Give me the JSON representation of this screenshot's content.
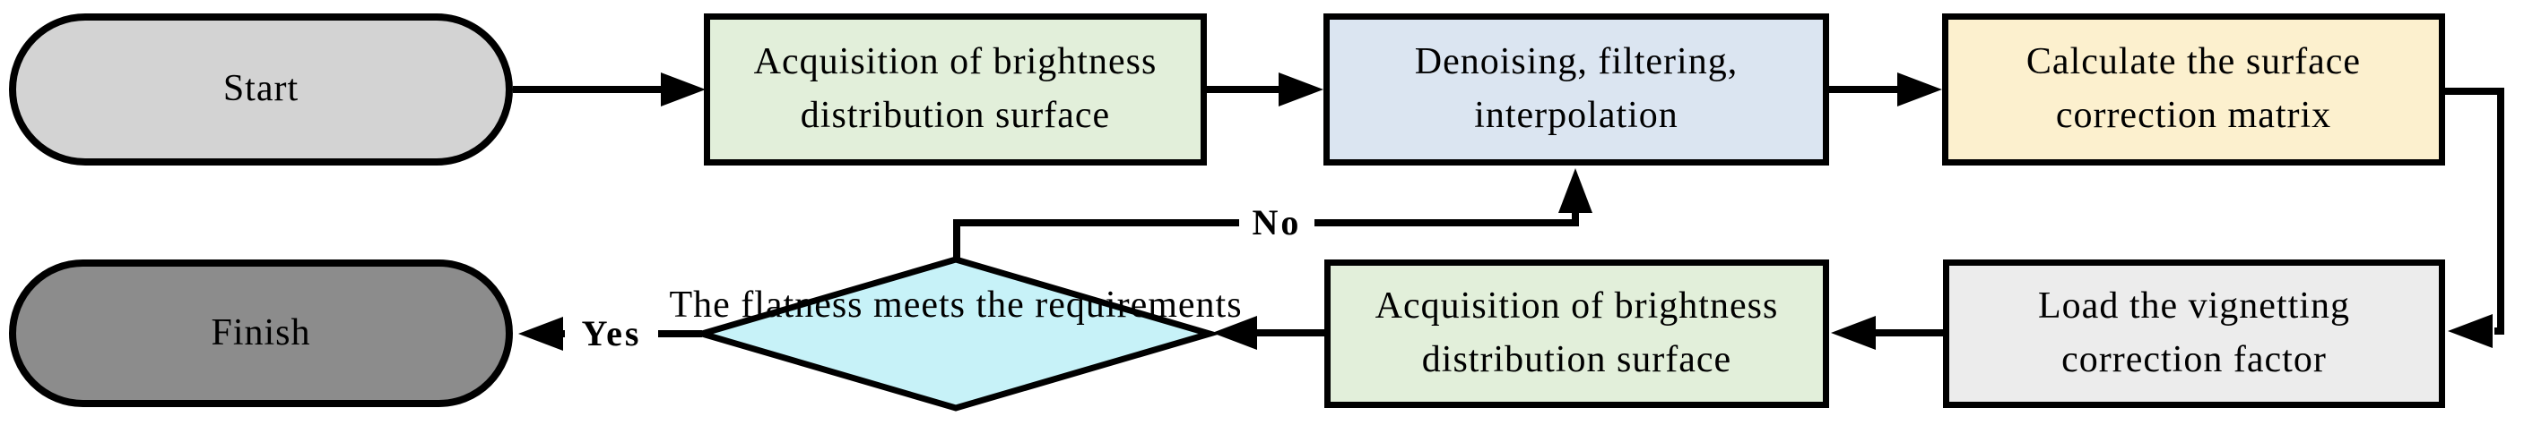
{
  "colors": {
    "background": "#ffffff",
    "stroke": "#000000",
    "start_fill": "#d3d3d3",
    "finish_fill": "#8c8c8c",
    "process_green_fill": "#e2efda",
    "process_blue_fill": "#dbe5f1",
    "process_yellow_fill": "#fcf0ce",
    "process_gray_fill": "#ececec",
    "decision_cyan_fill": "#c7f2f8"
  },
  "nodes": {
    "start": {
      "label": "Start"
    },
    "acquisition_top": {
      "label": "Acquisition of brightness distribution surface"
    },
    "denoising": {
      "label": "Denoising, filtering, interpolation"
    },
    "calculate": {
      "label": "Calculate the surface correction matrix"
    },
    "load_vignetting": {
      "label": "Load the vignetting correction factor"
    },
    "acquisition_bottom": {
      "label": "Acquisition of brightness distribution surface"
    },
    "decision": {
      "label": "The flatness meets the requirements"
    },
    "finish": {
      "label": "Finish"
    }
  },
  "edges": {
    "yes": {
      "label": "Yes"
    },
    "no": {
      "label": "No"
    }
  }
}
